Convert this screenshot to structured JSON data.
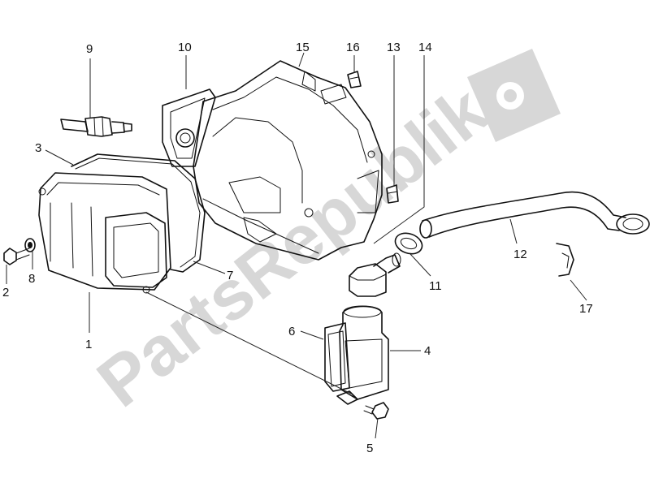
{
  "watermark": {
    "text": "PartsRepublik",
    "color": "#d7d7d7",
    "icon": "gear-flag-icon"
  },
  "callouts": [
    {
      "label": "1"
    },
    {
      "label": "2"
    },
    {
      "label": "3"
    },
    {
      "label": "4"
    },
    {
      "label": "5"
    },
    {
      "label": "6"
    },
    {
      "label": "7"
    },
    {
      "label": "8"
    },
    {
      "label": "9"
    },
    {
      "label": "10"
    },
    {
      "label": "11"
    },
    {
      "label": "12"
    },
    {
      "label": "13"
    },
    {
      "label": "14"
    },
    {
      "label": "15"
    },
    {
      "label": "16"
    },
    {
      "label": "17"
    }
  ]
}
